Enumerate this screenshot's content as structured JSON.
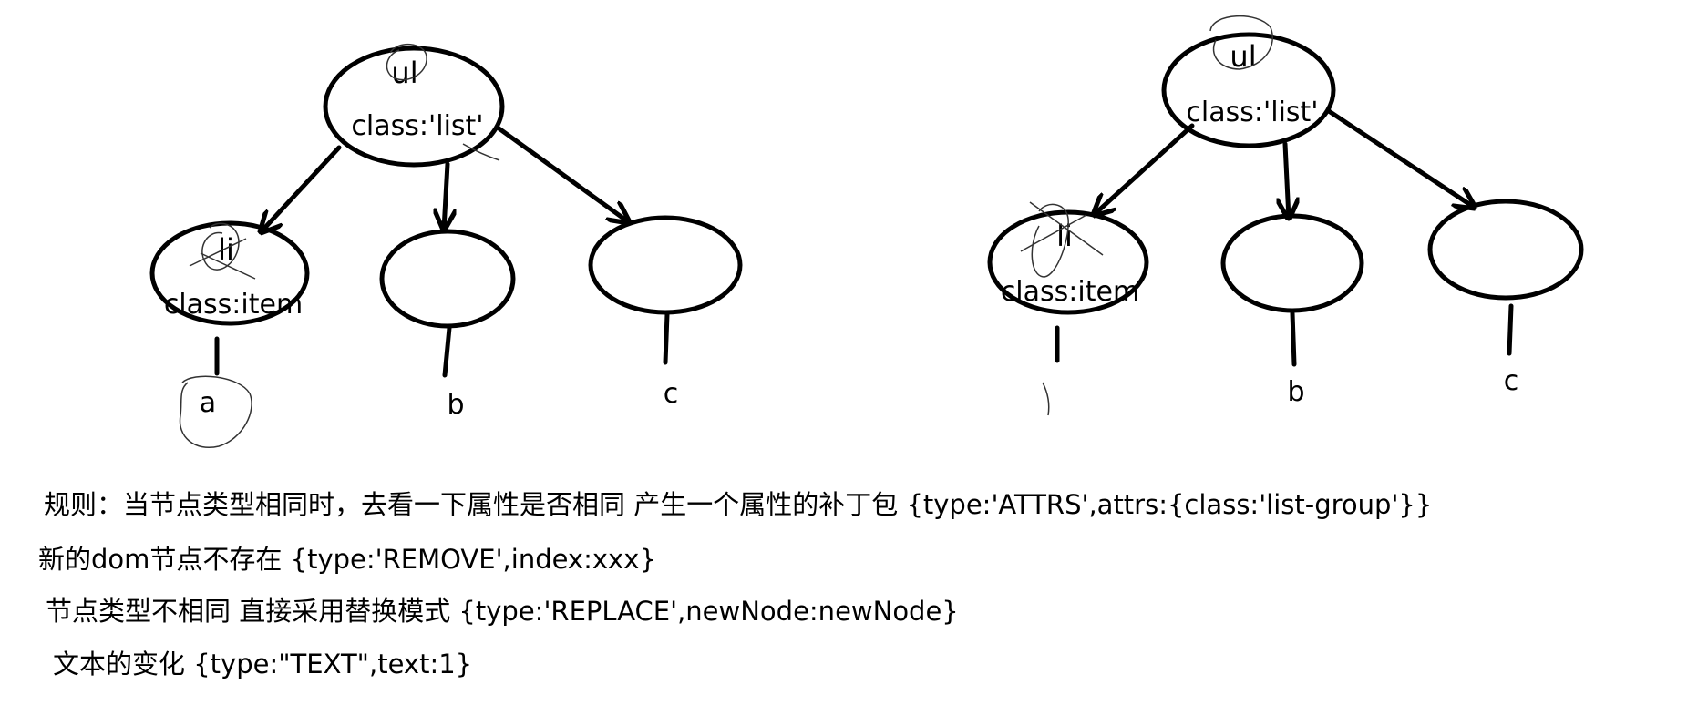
{
  "left_tree": {
    "root": {
      "tag": "ul",
      "attr": "class:'list'"
    },
    "children": [
      {
        "tag": "li",
        "attr": "class:item",
        "text": "a"
      },
      {
        "tag": "",
        "attr": "",
        "text": "b"
      },
      {
        "tag": "",
        "attr": "",
        "text": "c"
      }
    ]
  },
  "right_tree": {
    "root": {
      "tag": "ul",
      "attr": "class:'list'"
    },
    "children": [
      {
        "tag": "li",
        "attr": "class:item",
        "text": ""
      },
      {
        "tag": "",
        "attr": "",
        "text": "b"
      },
      {
        "tag": "",
        "attr": "",
        "text": "c"
      }
    ]
  },
  "rules": [
    "规则：当节点类型相同时，去看一下属性是否相同 产生一个属性的补丁包 {type:'ATTRS',attrs:{class:'list-group'}}",
    "新的dom节点不存在 {type:'REMOVE',index:xxx}",
    "节点类型不相同 直接采用替换模式 {type:'REPLACE',newNode:newNode}",
    "文本的变化 {type:\"TEXT\",text:1}"
  ]
}
